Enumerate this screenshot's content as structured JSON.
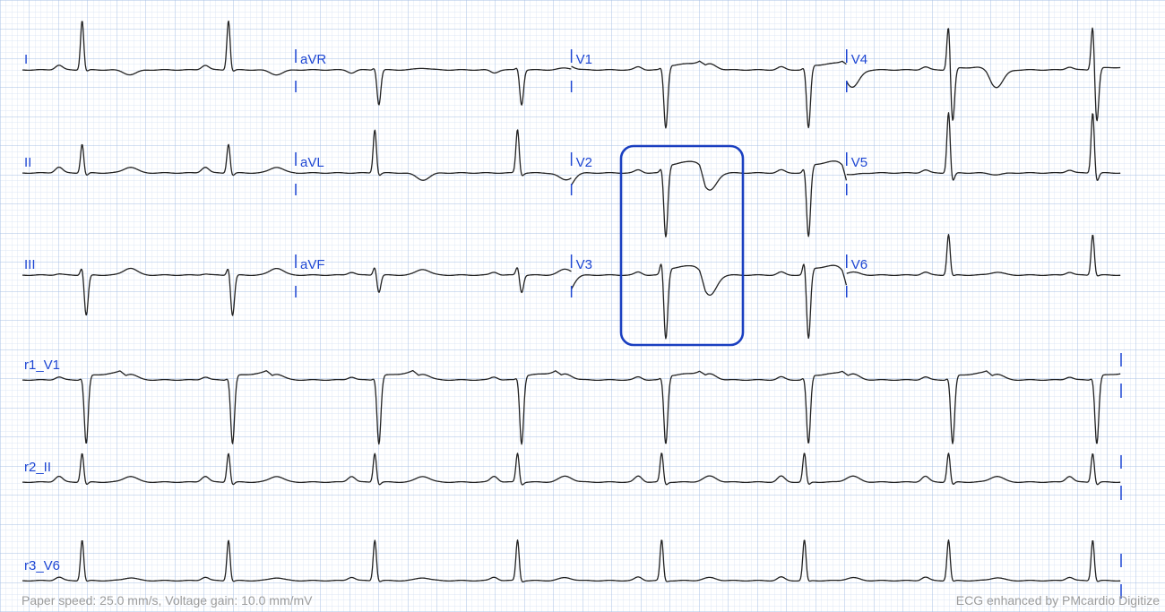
{
  "footer": {
    "left": "Paper speed: 25.0 mm/s, Voltage gain: 10.0 mm/mV",
    "right": "ECG enhanced by PMcardio Digitize"
  },
  "colors": {
    "trace": "#222222",
    "label": "#1d46d3",
    "grid_minor": "#d3e0f3",
    "grid_major": "#a9c1e6",
    "highlight": "#1a3fc0"
  },
  "chart_data": {
    "type": "line",
    "title": "12-lead ECG",
    "paper_speed_mm_per_s": 25.0,
    "voltage_gain_mm_per_mV": 10.0,
    "duration_s": 7.54,
    "beat_times_s": [
      0.41,
      1.415,
      2.42,
      3.4,
      4.39,
      5.37,
      6.36,
      7.35
    ],
    "grid": true,
    "rows": [
      [
        "I",
        "aVR",
        "V1",
        "V4"
      ],
      [
        "II",
        "aVL",
        "V2",
        "V5"
      ],
      [
        "III",
        "aVF",
        "V3",
        "V6"
      ]
    ],
    "rhythm_strips": [
      "r1_V1",
      "r2_II",
      "r3_V6"
    ],
    "leads": {
      "I": {
        "label": "I",
        "p": 0.08,
        "r": 0.85,
        "s": 0.03,
        "st": 0.0,
        "t": -0.08
      },
      "II": {
        "label": "II",
        "p": 0.1,
        "r": 0.5,
        "s": 0.05,
        "st": 0.0,
        "t": 0.1
      },
      "III": {
        "label": "III",
        "p": 0.02,
        "r": 0.15,
        "s": 0.7,
        "st": 0.0,
        "t": 0.12
      },
      "aVR": {
        "label": "aVR",
        "p": -0.05,
        "r": 0.05,
        "s": 0.6,
        "st": 0.0,
        "t": 0.03
      },
      "aVL": {
        "label": "aVL",
        "p": 0.0,
        "r": 0.75,
        "s": 0.05,
        "st": 0.0,
        "t": -0.12
      },
      "aVF": {
        "label": "aVF",
        "p": 0.05,
        "r": 0.15,
        "s": 0.3,
        "st": 0.0,
        "t": 0.1
      },
      "V1": {
        "label": "V1",
        "p": 0.05,
        "r": 0.05,
        "s": 1.0,
        "st": 0.12,
        "t": 0.1
      },
      "V2": {
        "label": "V2",
        "p": 0.05,
        "r": 0.1,
        "s": 1.1,
        "st": 0.22,
        "t": -0.3
      },
      "V3": {
        "label": "V3",
        "p": 0.05,
        "r": 0.25,
        "s": 1.1,
        "st": 0.18,
        "t": -0.35
      },
      "V4": {
        "label": "V4",
        "p": 0.05,
        "r": 0.8,
        "s": 0.9,
        "st": 0.05,
        "t": -0.3
      },
      "V5": {
        "label": "V5",
        "p": 0.05,
        "r": 1.05,
        "s": 0.15,
        "st": 0.0,
        "t": -0.03
      },
      "V6": {
        "label": "V6",
        "p": 0.05,
        "r": 0.7,
        "s": 0.02,
        "st": 0.0,
        "t": 0.05
      },
      "r1_V1": {
        "label": "r1_V1",
        "p": 0.05,
        "r": 0.05,
        "s": 1.1,
        "st": 0.12,
        "t": 0.1
      },
      "r2_II": {
        "label": "r2_II",
        "p": 0.1,
        "r": 0.5,
        "s": 0.05,
        "st": 0.0,
        "t": 0.1
      },
      "r3_V6": {
        "label": "r3_V6",
        "p": 0.06,
        "r": 0.7,
        "s": 0.02,
        "st": 0.0,
        "t": 0.05
      }
    },
    "highlight": {
      "lead_group": [
        "V2",
        "V3"
      ],
      "beat_index": 4
    }
  }
}
